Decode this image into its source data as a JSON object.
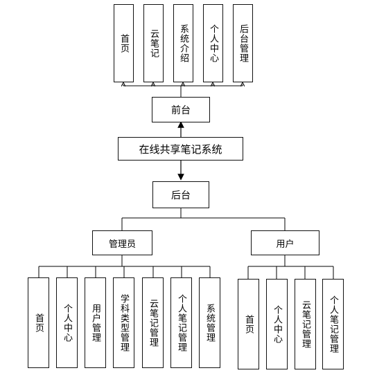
{
  "root": "在线共享笔记系统",
  "front": {
    "label": "前台",
    "items": [
      "首页",
      "云笔记",
      "系统介绍",
      "个人中心",
      "后台管理"
    ]
  },
  "back": {
    "label": "后台",
    "admin": {
      "label": "管理员",
      "items": [
        "首页",
        "个人中心",
        "用户管理",
        "学科类型管理",
        "云笔记管理",
        "个人笔记管理",
        "系统管理"
      ]
    },
    "user": {
      "label": "用户",
      "items": [
        "首页",
        "个人中心",
        "云笔记管理",
        "个人笔记管理"
      ]
    }
  }
}
